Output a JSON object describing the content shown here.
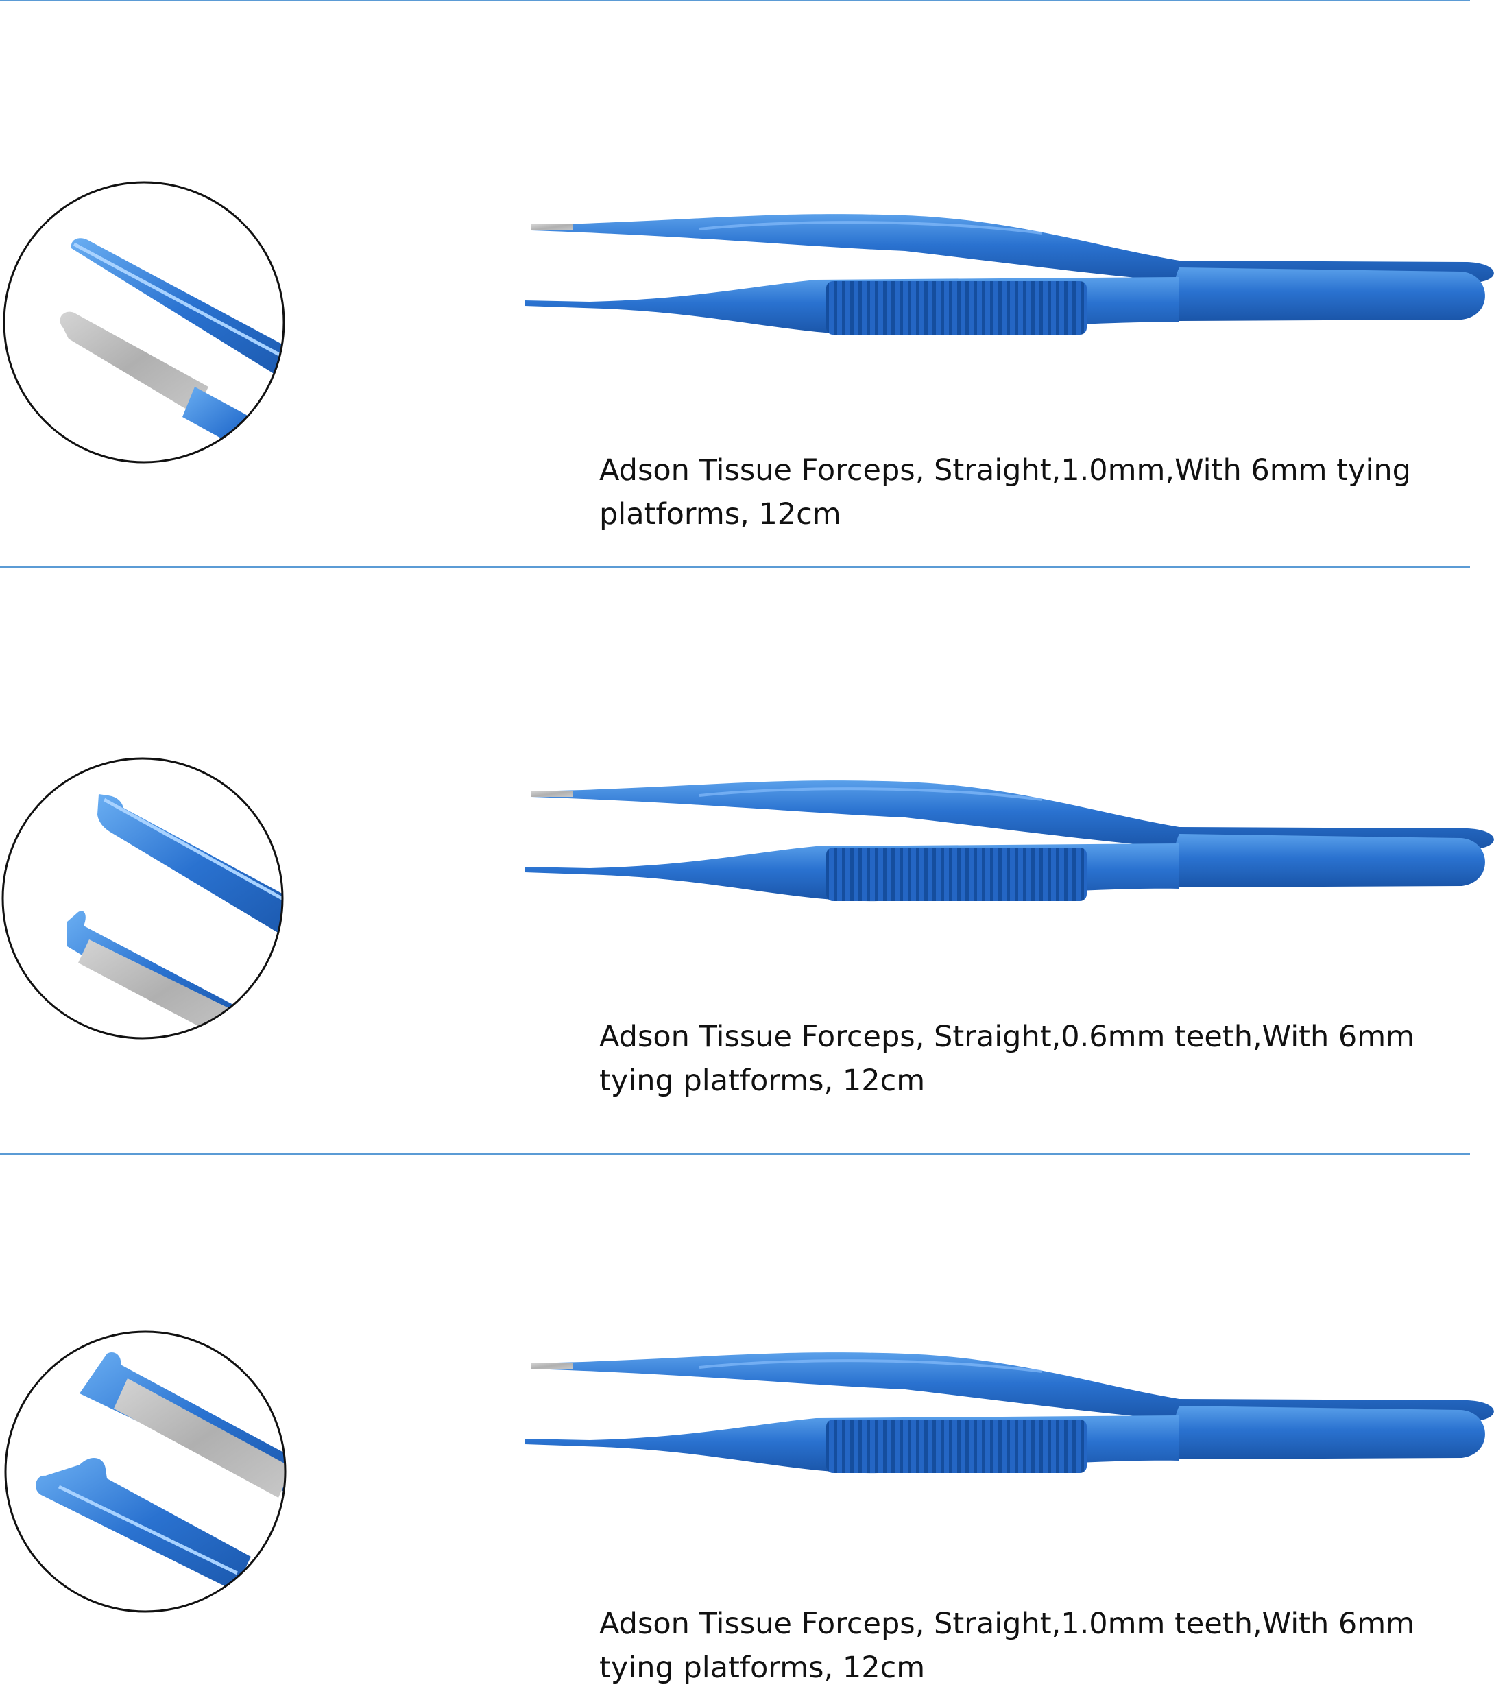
{
  "colors": {
    "divider": "#5b9bd5",
    "titanium_blue": "#1f63c2",
    "titanium_light": "#4a90e2",
    "steel_tip": "#b8b8b8"
  },
  "products": [
    {
      "caption": "Adson Tissue Forceps, Straight,1.0mm,With 6mm tying platforms, 12cm",
      "detail_icon": "smooth-tip-detail"
    },
    {
      "caption": "Adson Tissue Forceps, Straight,0.6mm teeth,With 6mm tying platforms, 12cm",
      "detail_icon": "teeth-tip-detail"
    },
    {
      "caption": "Adson Tissue Forceps, Straight,1.0mm teeth,With 6mm tying platforms, 12cm",
      "detail_icon": "teeth-tip-detail"
    }
  ]
}
